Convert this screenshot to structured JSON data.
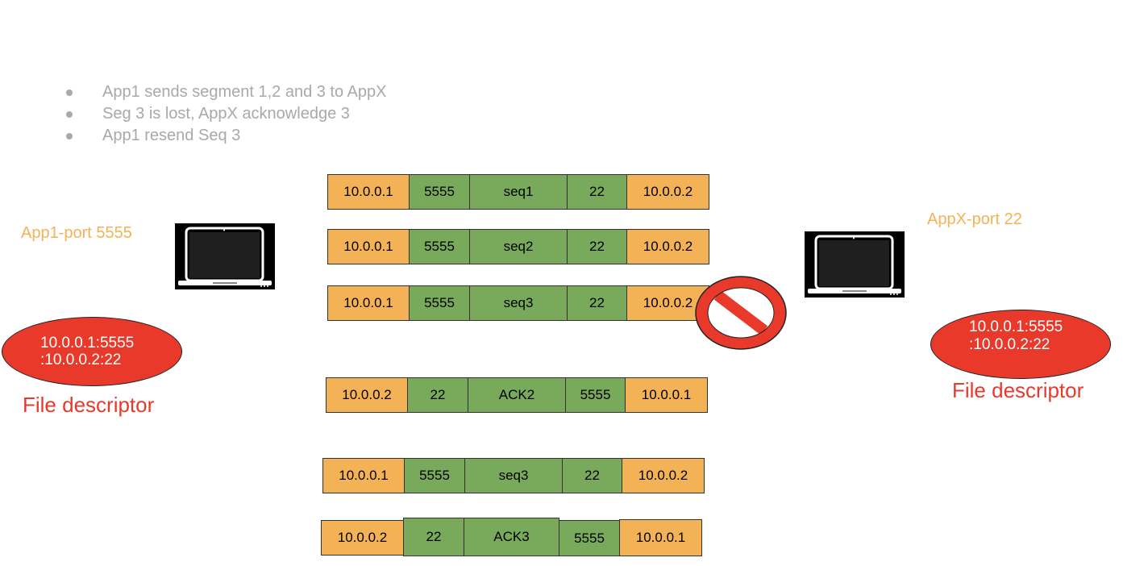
{
  "bullets": [
    "App1 sends segment 1,2 and 3 to AppX",
    "Seg 3 is lost, AppX acknowledge 3",
    "App1 resend Seq 3"
  ],
  "left": {
    "app_label": "App1-port 5555",
    "fd_line1": "10.0.0.1:5555",
    "fd_line2": ":10.0.0.2:22",
    "fd_title": "File descriptor"
  },
  "right": {
    "app_label": "AppX-port 22",
    "fd_line1": "10.0.0.1:5555",
    "fd_line2": ":10.0.0.2:22",
    "fd_title": "File descriptor"
  },
  "packets": [
    {
      "name": "seq1",
      "cells": [
        "10.0.0.1",
        "5555",
        "seq1",
        "22",
        "10.0.0.2"
      ]
    },
    {
      "name": "seq2",
      "cells": [
        "10.0.0.1",
        "5555",
        "seq2",
        "22",
        "10.0.0.2"
      ]
    },
    {
      "name": "seq3-lost",
      "cells": [
        "10.0.0.1",
        "5555",
        "seq3",
        "22",
        "10.0.0.2"
      ]
    },
    {
      "name": "ack2",
      "cells": [
        "10.0.0.2",
        "22",
        "ACK2",
        "5555",
        "10.0.0.1"
      ]
    },
    {
      "name": "seq3-resend",
      "cells": [
        "10.0.0.1",
        "5555",
        "seq3",
        "22",
        "10.0.0.2"
      ]
    },
    {
      "name": "ack3",
      "cells": [
        "10.0.0.2",
        "22",
        "ACK3",
        "5555",
        "10.0.0.1"
      ]
    }
  ],
  "colors": {
    "ip_field": "#f4b256",
    "port_field": "#79a95b",
    "accent_red": "#e8392b",
    "bullet_gray": "#a9a9a9"
  },
  "icons": {
    "left_host": "laptop-icon",
    "right_host": "laptop-icon",
    "lost": "no-entry-icon"
  }
}
